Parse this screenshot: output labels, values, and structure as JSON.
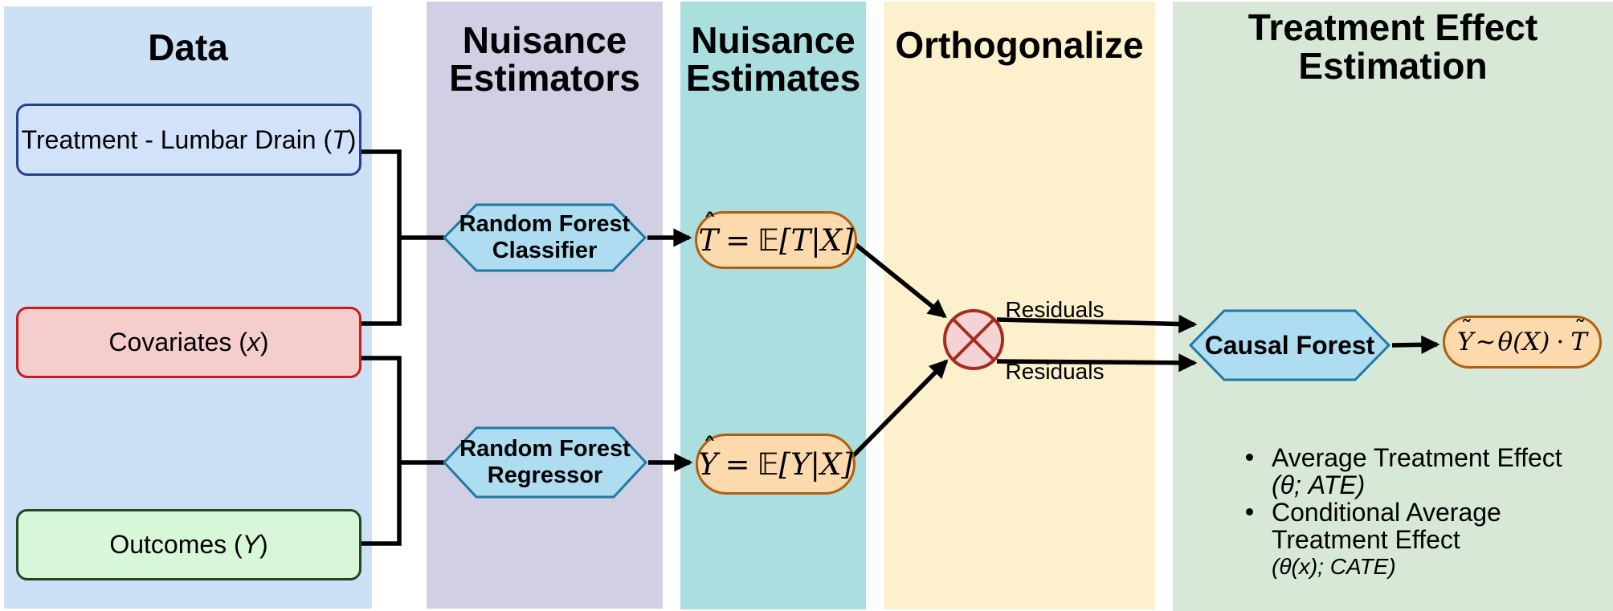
{
  "figure": {
    "columns": [
      {
        "name": "data",
        "header": "Data",
        "bg": "#cde1f6"
      },
      {
        "name": "nuisance-estimators",
        "header_lines": [
          "Nuisance",
          "Estimators"
        ],
        "bg": "#d0cfe3"
      },
      {
        "name": "nuisance-estimates",
        "header_lines": [
          "Nuisance",
          "Estimates"
        ],
        "bg": "#abdedf"
      },
      {
        "name": "orthogonalize",
        "header": "Orthogonalize",
        "bg": "#fcf0cd"
      },
      {
        "name": "treatment-effect-estimation",
        "header_lines": [
          "Treatment Effect",
          "Estimation"
        ],
        "bg": "#d7e8d6"
      }
    ]
  },
  "data_boxes": {
    "treatment": {
      "prefix": "Treatment - Lumbar Drain (",
      "variable": "T",
      "suffix": ")",
      "fill": "#d2e2fa",
      "border": "#24418e"
    },
    "covariates": {
      "prefix": "Covariates (",
      "variable": "x",
      "suffix": ")",
      "fill": "#f6cdcd",
      "border": "#cc1a1a"
    },
    "outcomes": {
      "prefix": "Outcomes (",
      "variable": "Y",
      "suffix": ")",
      "fill": "#d8f6d8",
      "border": "#1e4a22"
    }
  },
  "estimators": {
    "classifier": {
      "line1": "Random Forest",
      "line2": "Classifier",
      "fill": "#aedcf0",
      "border": "#2078a4"
    },
    "regressor": {
      "line1": "Random Forest",
      "line2": "Regressor",
      "fill": "#aedcf0",
      "border": "#2078a4"
    }
  },
  "estimates": {
    "t_hat": {
      "accent": "ˆ",
      "letter": "T",
      "equals": "=",
      "expectation": "𝔼",
      "argument": "[T|X]",
      "fill": "#fcdaae",
      "border": "#b05f10"
    },
    "y_hat": {
      "accent": "ˆ",
      "letter": "Y",
      "equals": "=",
      "expectation": "𝔼",
      "argument": "[Y|X]",
      "fill": "#fcdaae",
      "border": "#b05f10"
    }
  },
  "orthogonalize": {
    "residuals_top": "Residuals",
    "residuals_bottom": "Residuals",
    "node": {
      "fill": "#f5d3d5",
      "border": "#a62c1f"
    }
  },
  "treatment_effect": {
    "causal_forest": "Causal Forest",
    "final_model": {
      "y_accent": "˜",
      "y_letter": "Y",
      "relation": "~",
      "theta_term": "θ(X)",
      "dot": "·",
      "t_accent": "˜",
      "t_letter": "T",
      "fill": "#fcdaae",
      "border": "#b05f10"
    },
    "bullets": [
      {
        "line1": "Average Treatment Effect",
        "math": "(θ; ATE)"
      },
      {
        "line1": "Conditional Average",
        "line2": "Treatment Effect",
        "math": "(θ(x); CATE)"
      }
    ]
  }
}
